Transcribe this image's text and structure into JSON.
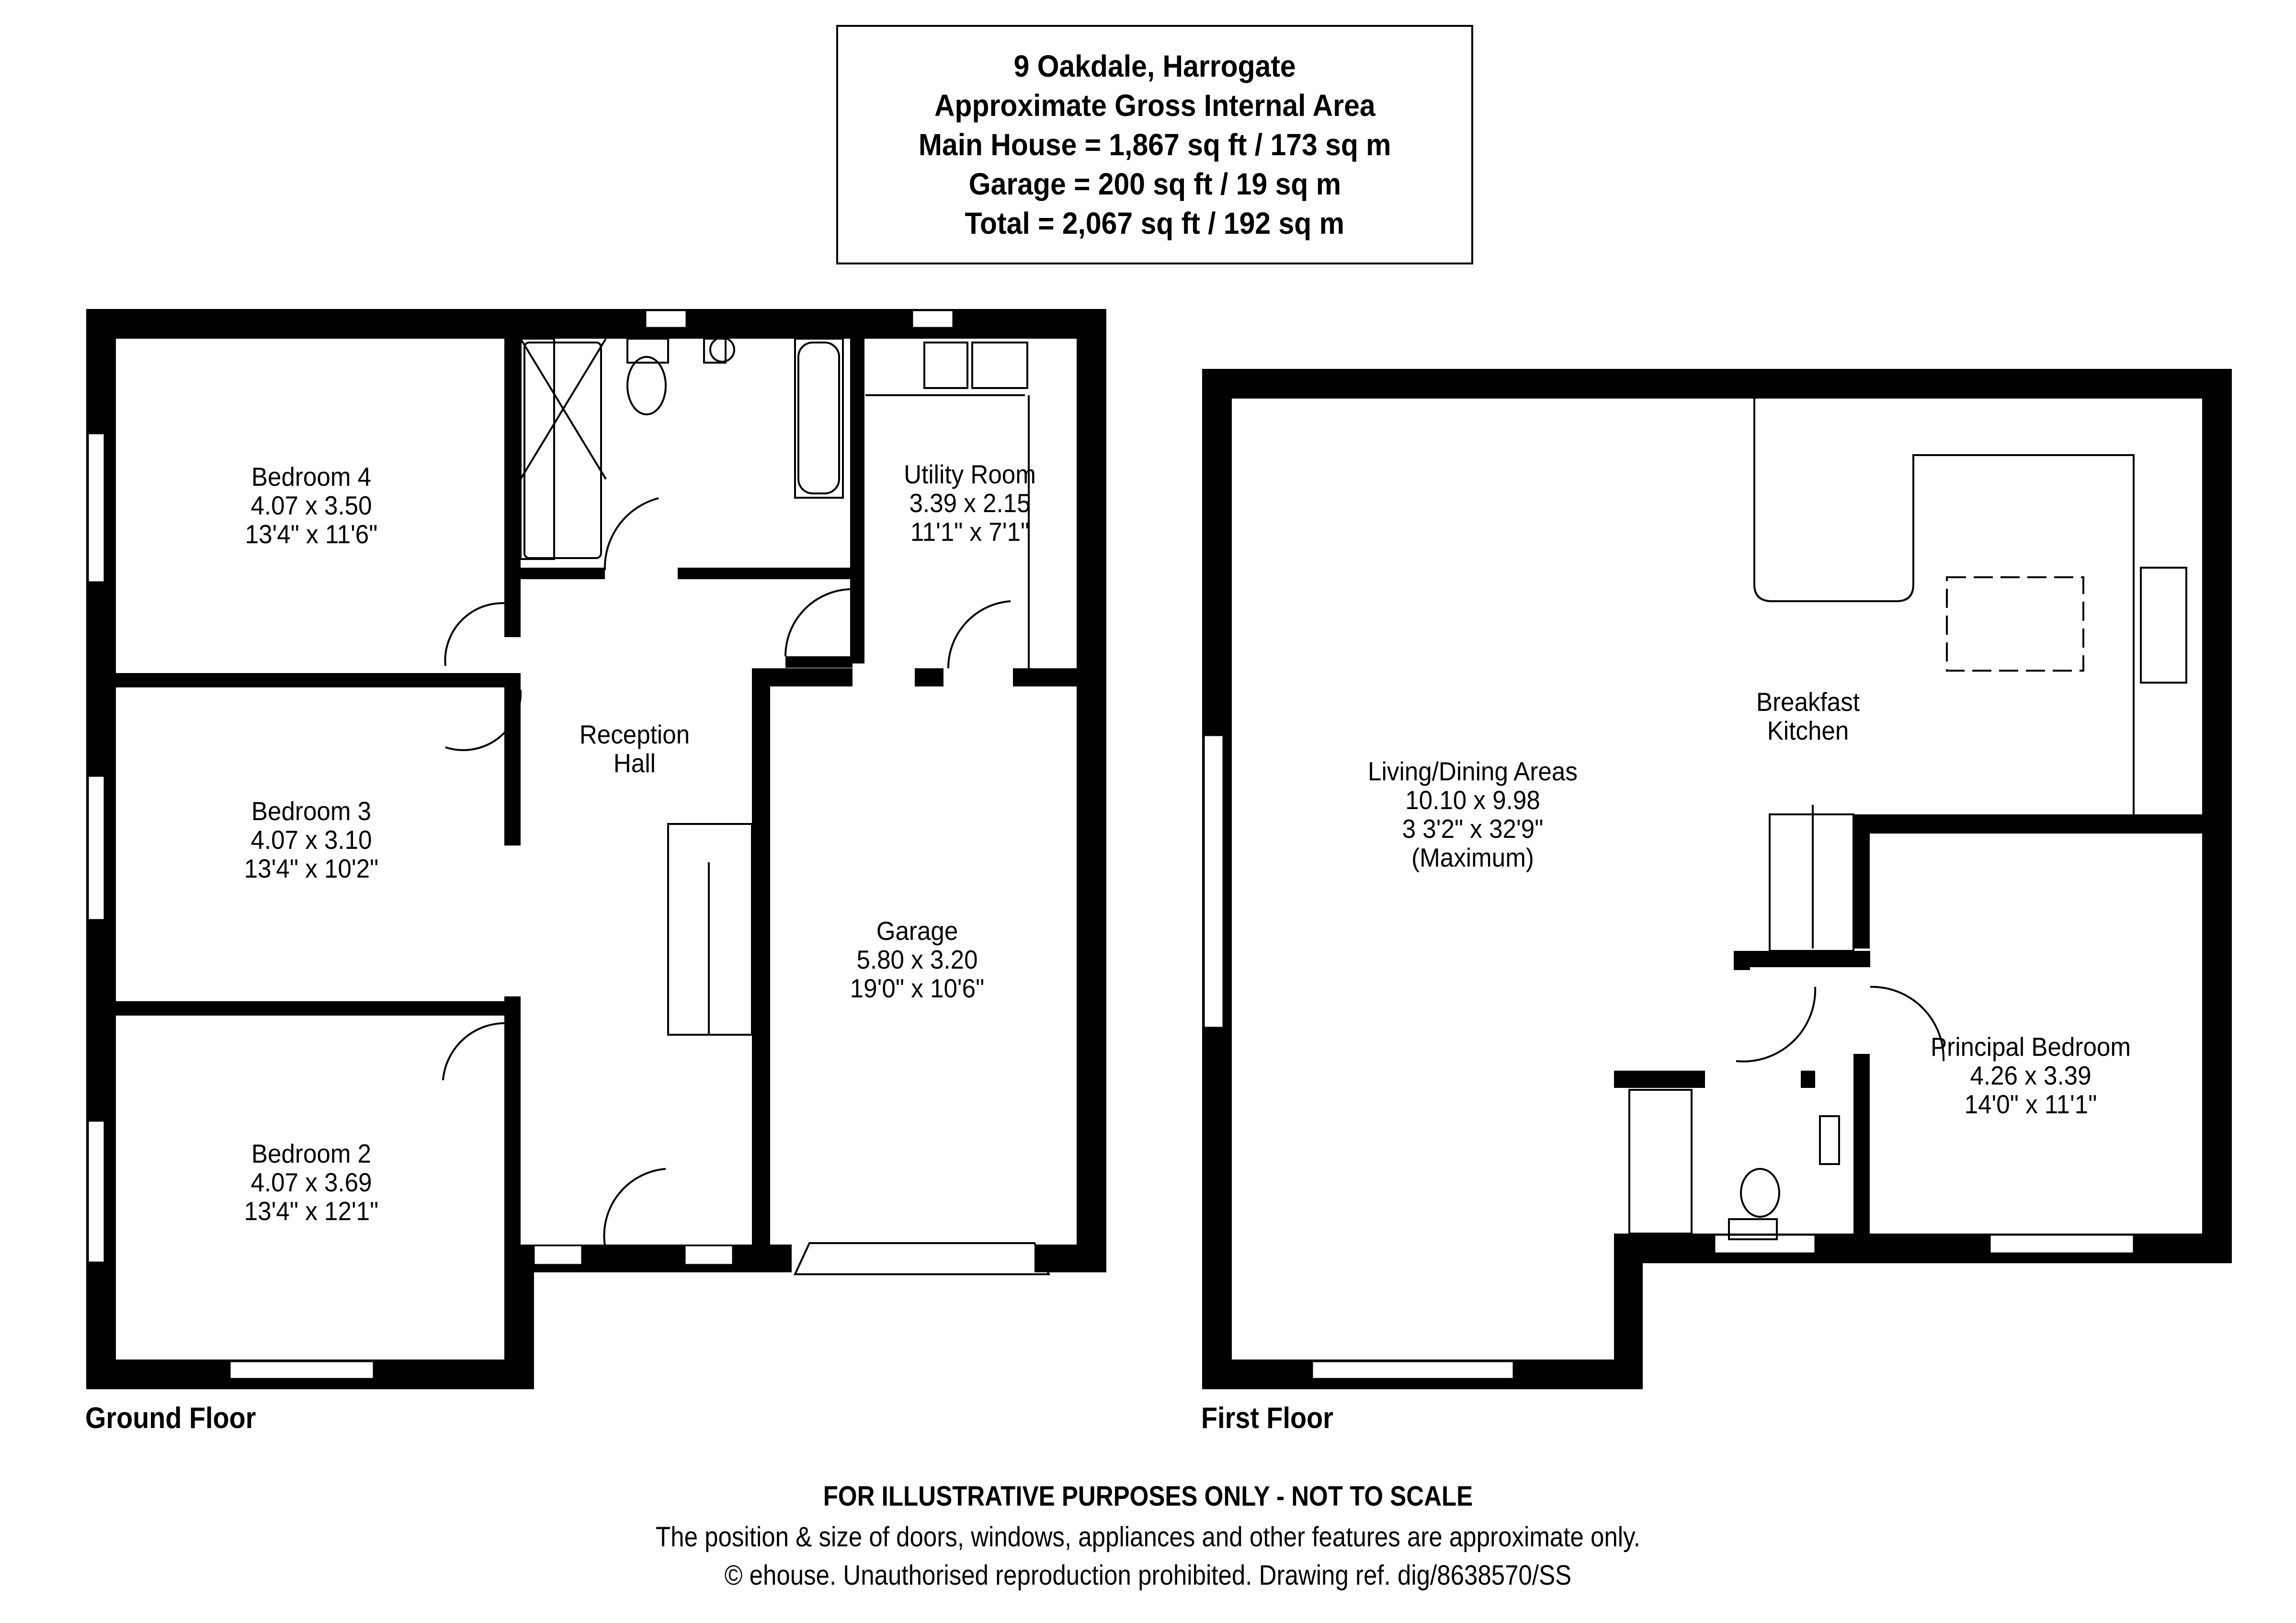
{
  "header": {
    "address": "9 Oakdale, Harrogate",
    "subtitle": "Approximate Gross Internal Area",
    "main_house": "Main House = 1,867 sq ft / 173 sq m",
    "garage": "Garage = 200 sq ft / 19 sq m",
    "total": "Total = 2,067 sq ft / 192 sq m"
  },
  "ground_floor": {
    "label": "Ground Floor",
    "rooms": [
      {
        "name": "Bedroom 4",
        "metric": "4.07 x 3.50",
        "imperial": "13'4\" x 11'6\""
      },
      {
        "name": "Bedroom 3",
        "metric": "4.07 x 3.10",
        "imperial": "13'4\" x 10'2\""
      },
      {
        "name": "Bedroom 2",
        "metric": "4.07 x 3.69",
        "imperial": "13'4\" x 12'1\""
      },
      {
        "name": "Reception",
        "name2": "Hall"
      },
      {
        "name": "Utility Room",
        "metric": "3.39 x 2.15",
        "imperial": "11'1\" x 7'1\""
      },
      {
        "name": "Garage",
        "metric": "5.80 x 3.20",
        "imperial": "19'0\" x 10'6\""
      }
    ]
  },
  "first_floor": {
    "label": "First Floor",
    "rooms": [
      {
        "name": "Living/Dining Areas",
        "metric": "10.10 x 9.98",
        "imperial": "3 3'2\" x 32'9\"",
        "note": "(Maximum)"
      },
      {
        "name": "Breakfast",
        "name2": "Kitchen"
      },
      {
        "name": "Principal Bedroom",
        "metric": "4.26 x 3.39",
        "imperial": "14'0\" x 11'1\""
      }
    ]
  },
  "footer": {
    "disclaimer": "FOR ILLUSTRATIVE PURPOSES ONLY - NOT TO SCALE",
    "note": "The position & size of doors, windows, appliances and other features are approximate only.",
    "copyright": "© ehouse. Unauthorised reproduction prohibited. Drawing ref. dig/8638570/SS"
  },
  "colors": {
    "wall": "#000000",
    "background": "#ffffff"
  }
}
